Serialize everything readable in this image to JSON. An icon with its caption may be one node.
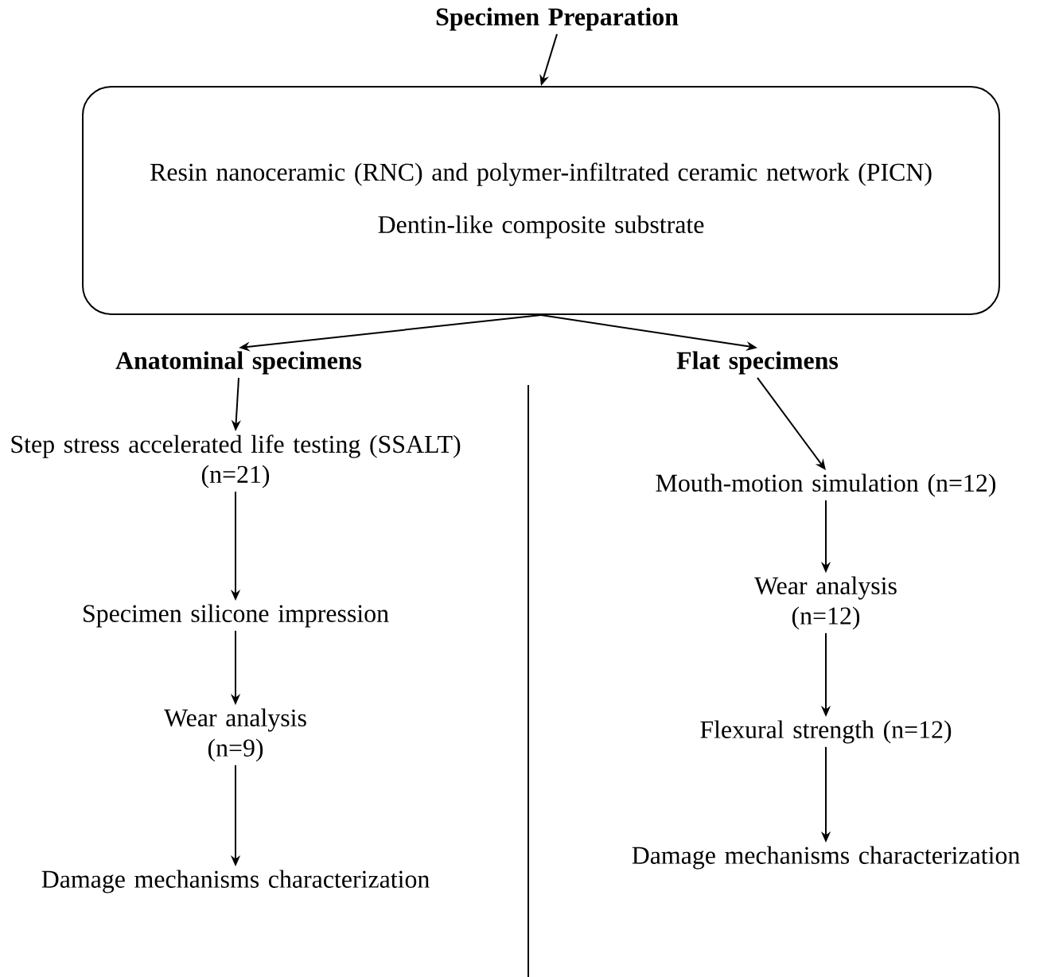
{
  "diagram": {
    "nodes": [
      {
        "text": [
          "Specimen Preparation"
        ]
      },
      {
        "text": [
          "Resin nanoceramic (RNC) and polymer-infiltrated ceramic network (PICN)",
          "Dentin-like composite substrate"
        ]
      },
      {
        "text": [
          "Anatominal specimens"
        ]
      },
      {
        "text": [
          "Step stress accelerated life testing (SSALT)",
          "(n=21)"
        ]
      },
      {
        "text": [
          "Specimen silicone impression"
        ]
      },
      {
        "text": [
          "Wear analysis",
          "(n=9)"
        ]
      },
      {
        "text": [
          "Damage mechanisms characterization"
        ]
      },
      {
        "text": [
          "Flat specimens"
        ]
      },
      {
        "text": [
          "Mouth-motion simulation (n=12)"
        ]
      },
      {
        "text": [
          "Wear analysis",
          "(n=12)"
        ]
      },
      {
        "text": [
          "Flexural strength (n=12)"
        ]
      },
      {
        "text": [
          "Damage mechanisms characterization"
        ]
      }
    ],
    "edges": [
      {
        "from": 0,
        "to": 1,
        "arrow": "to"
      },
      {
        "from": 1,
        "to": 2,
        "arrow": "to"
      },
      {
        "from": 1,
        "to": 7,
        "arrow": "to"
      },
      {
        "from": 2,
        "to": 3,
        "arrow": "to"
      },
      {
        "from": 3,
        "to": 4,
        "arrow": "to"
      },
      {
        "from": 4,
        "to": 5,
        "arrow": "to"
      },
      {
        "from": 5,
        "to": 6,
        "arrow": "to"
      },
      {
        "from": 7,
        "to": 8,
        "arrow": "to"
      },
      {
        "from": 8,
        "to": 9,
        "arrow": "to"
      },
      {
        "from": 9,
        "to": 10,
        "arrow": "to"
      },
      {
        "from": 10,
        "to": 11,
        "arrow": "to"
      }
    ]
  }
}
